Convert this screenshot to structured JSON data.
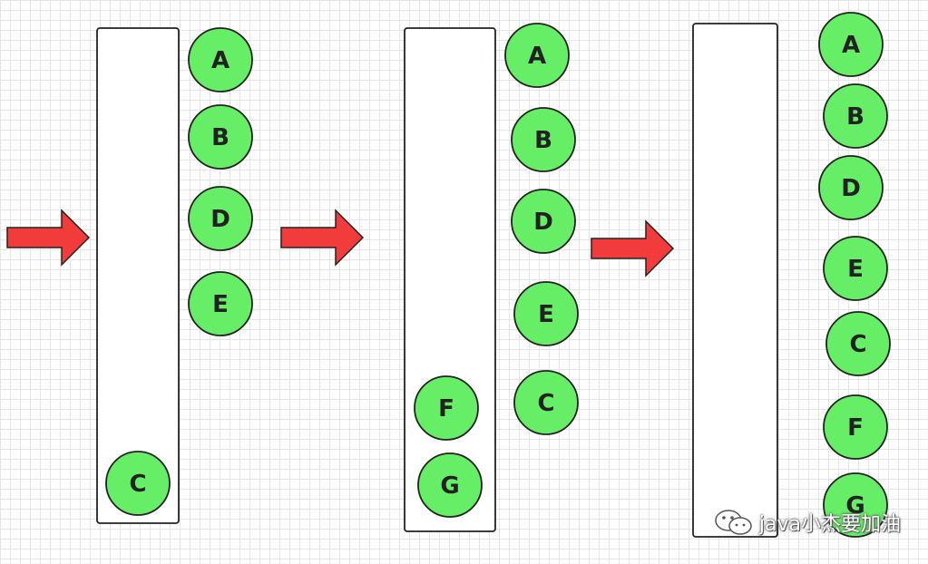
{
  "colors": {
    "node_fill": "#66ee66",
    "node_stroke": "#222222",
    "arrow_fill": "#f23b3b",
    "stack_fill": "#ffffff",
    "stack_stroke": "#222222"
  },
  "icons": {
    "watermark": "wechat-icon"
  },
  "watermark": {
    "text": "java小杰要加油"
  },
  "stages": [
    {
      "inside": [
        "C"
      ],
      "outside": [
        "A",
        "B",
        "D",
        "E"
      ]
    },
    {
      "inside": [
        "F",
        "G"
      ],
      "outside": [
        "A",
        "B",
        "D",
        "E",
        "C"
      ]
    },
    {
      "inside": [],
      "outside": [
        "A",
        "B",
        "D",
        "E",
        "C",
        "F",
        "G"
      ]
    }
  ]
}
